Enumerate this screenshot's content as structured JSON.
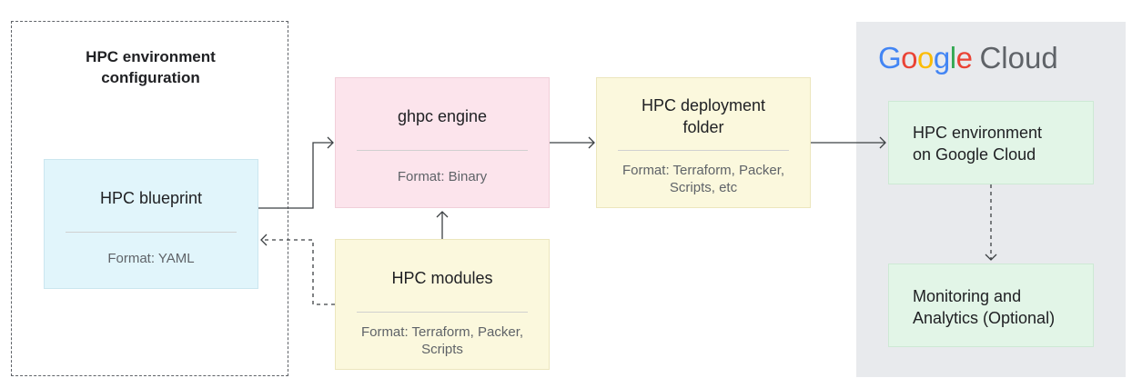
{
  "config": {
    "title": "HPC environment\nconfiguration"
  },
  "google_cloud": {
    "logo": {
      "letters": [
        "G",
        "o",
        "o",
        "g",
        "l",
        "e"
      ],
      "cloud_word": "Cloud"
    },
    "colors": {
      "blue": "#4285F4",
      "red": "#EA4335",
      "yellow": "#FBBC05",
      "green": "#34A853",
      "grey": "#5F6368",
      "panel_background": "#E8EAED"
    }
  },
  "nodes": {
    "blueprint": {
      "title": "HPC blueprint",
      "format": "Format: YAML",
      "color": "#E1F5FB"
    },
    "engine": {
      "title": "ghpc engine",
      "format": "Format: Binary",
      "color": "#FCE4EC"
    },
    "modules": {
      "title": "HPC modules",
      "format": "Format: Terraform, Packer,\nScripts",
      "color": "#FBF8DD"
    },
    "deployment": {
      "title": "HPC deployment\nfolder",
      "format": "Format: Terraform, Packer,\nScripts, etc",
      "color": "#FBF8DD"
    },
    "environment": {
      "title": "HPC environment\non Google Cloud",
      "color": "#E2F5E7"
    },
    "monitoring": {
      "title": "Monitoring and\nAnalytics (Optional)",
      "color": "#E2F5E7"
    }
  }
}
